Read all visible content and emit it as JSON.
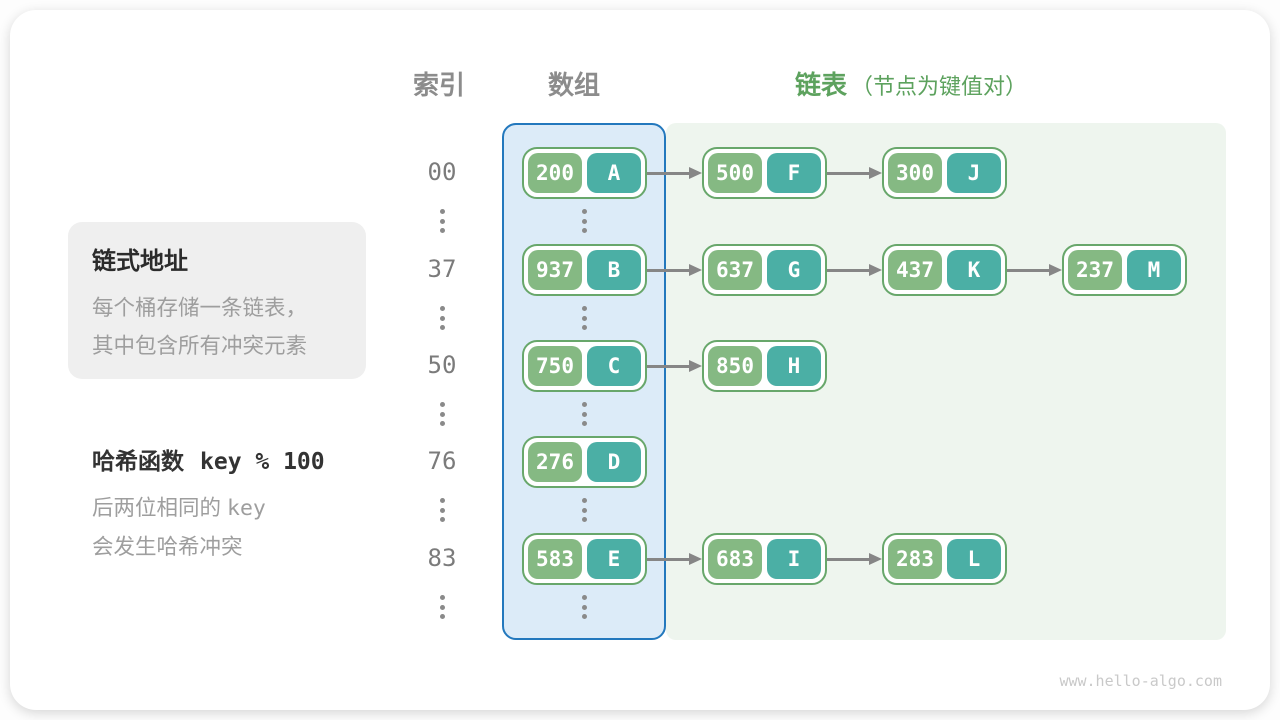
{
  "headers": {
    "index": "索引",
    "array": "数组",
    "list": "链表",
    "list_note": "（节点为键值对）"
  },
  "annotations": {
    "box": {
      "title": "链式地址",
      "line1": "每个桶存储一条链表，",
      "line2": "其中包含所有冲突元素"
    },
    "hash": {
      "title_prefix": "哈希函数",
      "title_code": "key % 100",
      "line1_text": "后两位相同的",
      "line1_code": "key",
      "line2": "会发生哈希冲突"
    }
  },
  "diagram": {
    "rows": [
      {
        "index": "00",
        "array": {
          "key": "200",
          "value": "A"
        },
        "chain": [
          {
            "key": "500",
            "value": "F"
          },
          {
            "key": "300",
            "value": "J"
          }
        ]
      },
      {
        "index": "37",
        "array": {
          "key": "937",
          "value": "B"
        },
        "chain": [
          {
            "key": "637",
            "value": "G"
          },
          {
            "key": "437",
            "value": "K"
          },
          {
            "key": "237",
            "value": "M"
          }
        ]
      },
      {
        "index": "50",
        "array": {
          "key": "750",
          "value": "C"
        },
        "chain": [
          {
            "key": "850",
            "value": "H"
          }
        ]
      },
      {
        "index": "76",
        "array": {
          "key": "276",
          "value": "D"
        },
        "chain": []
      },
      {
        "index": "83",
        "array": {
          "key": "583",
          "value": "E"
        },
        "chain": [
          {
            "key": "683",
            "value": "I"
          },
          {
            "key": "283",
            "value": "L"
          }
        ]
      }
    ]
  },
  "colors": {
    "node_border": "#68a76b",
    "key_bg": "#85b983",
    "value_bg": "#4bafa5",
    "array_bg": "#dcebf8",
    "array_border": "#2378bd",
    "list_bg": "#eef5ee",
    "gray_text": "#8c8c8c",
    "index_text": "#7b7b7b",
    "green_text": "#5da25e",
    "arrow": "#868686",
    "note_bg": "#efefef",
    "note_title": "#2b2b2b",
    "note_body": "#9e9e9e",
    "watermark": "#c9c9c9"
  },
  "footer": {
    "watermark": "www.hello-algo.com"
  }
}
